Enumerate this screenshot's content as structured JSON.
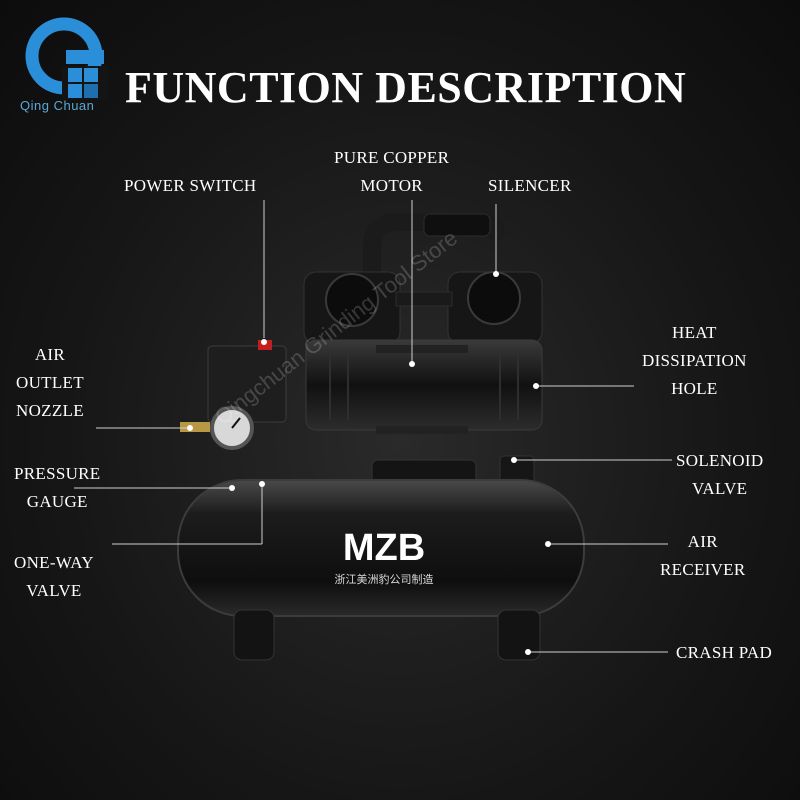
{
  "title": "FUNCTION DESCRIPTION",
  "logo": {
    "text": "Qing Chuan",
    "color": "#2a8fd8"
  },
  "brand": {
    "name": "MZB",
    "subtitle": "浙江美洲豹公司制造"
  },
  "watermark": "Qingchuan Grinding Tool Store",
  "labels": {
    "power_switch": "POWER SWITCH",
    "pure_copper_motor": [
      "PURE COPPER",
      "MOTOR"
    ],
    "silencer": "SILENCER",
    "heat_dissipation_hole": [
      "HEAT",
      "DISSIPATION",
      "HOLE"
    ],
    "air_outlet_nozzle": [
      "AIR",
      "OUTLET",
      "NOZZLE"
    ],
    "solenoid_valve": [
      "SOLENOID",
      "VALVE"
    ],
    "pressure_gauge": [
      "PRESSURE",
      "GAUGE"
    ],
    "air_receiver": [
      "AIR",
      "RECEIVER"
    ],
    "one_way_valve": [
      "ONE-WAY",
      "VALVE"
    ],
    "crash_pad": "CRASH PAD"
  }
}
